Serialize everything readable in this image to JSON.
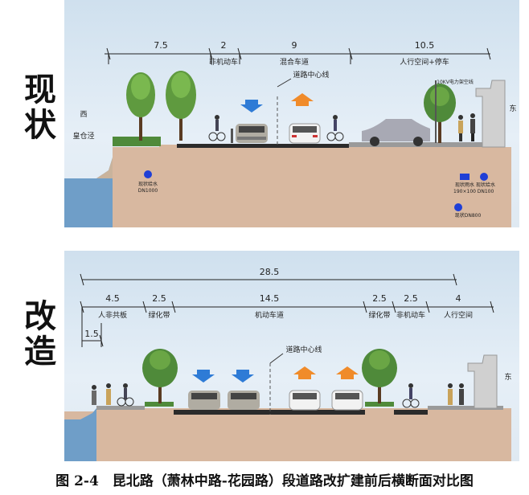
{
  "caption": "图 2-4　昆北路（萧林中路-花园路）段道路改扩建前后横断面对比图",
  "existing": {
    "side_label_1": "现",
    "side_label_2": "状",
    "widths": [
      "7.5",
      "2",
      "9",
      "10.5"
    ],
    "labels": [
      "非机动车",
      "混合车道",
      "人行空间+停车"
    ],
    "centerline": "道路中心线",
    "power": "10KV电力架空线",
    "west": "西",
    "river": "皇仓泾",
    "east": "东",
    "pipe_left_1": "现状给水",
    "pipe_left_2": "DN1000",
    "pipe_right_a1": "现状雨水",
    "pipe_right_a2": "190×100",
    "pipe_right_b1": "现状给水",
    "pipe_right_b2": "DN100",
    "pipe_right_c": "现状DN800"
  },
  "rebuilt": {
    "side_label_1": "改",
    "side_label_2": "造",
    "total": "28.5",
    "widths": [
      "4.5",
      "2.5",
      "14.5",
      "2.5",
      "2.5",
      "4"
    ],
    "sub_width": "1.5",
    "labels": [
      "人非共板",
      "绿化带",
      "机动车道",
      "绿化带",
      "非机动车",
      "人行空间"
    ],
    "centerline": "道路中心线",
    "east": "东"
  }
}
